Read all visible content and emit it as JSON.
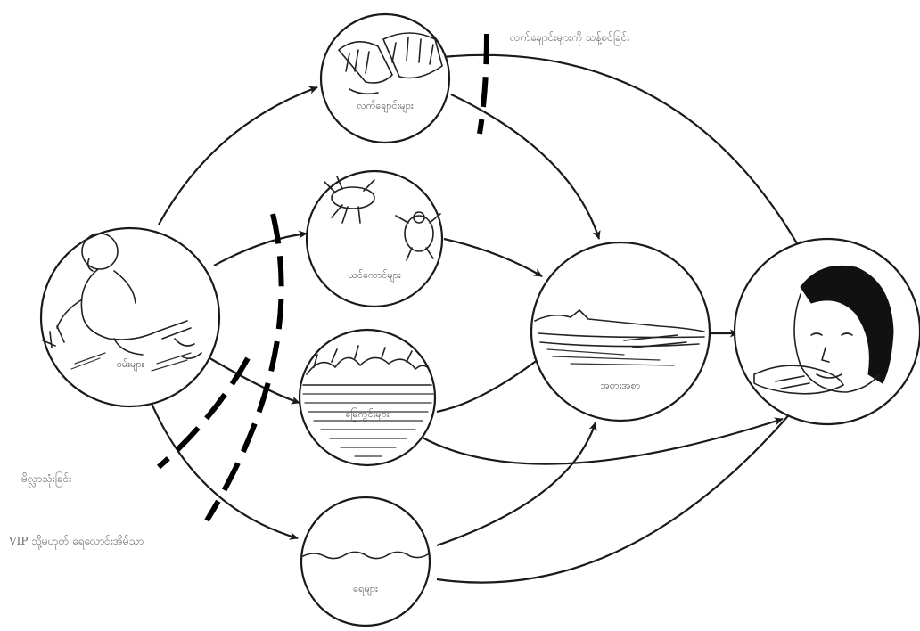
{
  "diagram": {
    "nodes": {
      "feces": {
        "label": "ဝမ်းများ"
      },
      "fingers": {
        "label": "လက်ချောင်းများ"
      },
      "flies": {
        "label": "ယင်ကောင်များ"
      },
      "fields": {
        "label": "မြေကွင်းများ"
      },
      "fluids": {
        "label": "ရေများ"
      },
      "food": {
        "label": "အစားအစာ"
      },
      "person": {
        "label": ""
      }
    },
    "barriers": {
      "handwashing": {
        "label": "လက်ချောင်းများကို သန့်စင်ခြင်း"
      },
      "sanitation": {
        "label": "မိလ္လာသုံးခြင်း"
      },
      "vip": {
        "label": "VIP သို့မဟုတ် ရေလောင်းအိမ်သာ"
      }
    }
  }
}
